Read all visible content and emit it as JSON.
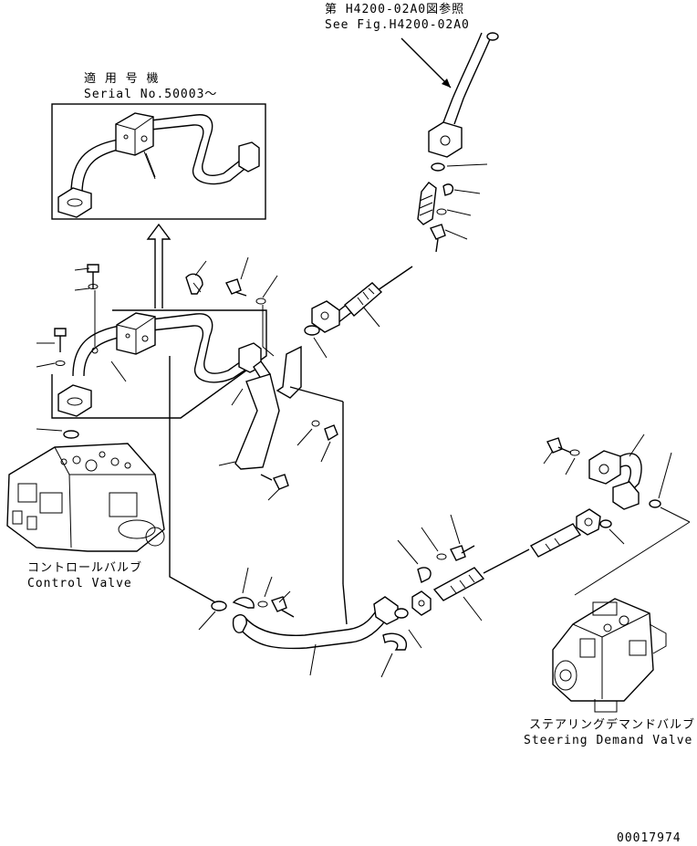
{
  "labels": {
    "ref_jp": "第 H4200-02A0図参照",
    "ref_en": "See Fig.H4200-02A0",
    "serial_jp": "適 用 号 機",
    "serial_en": "Serial No.50003～",
    "control_valve_jp": "コントロールバルブ",
    "control_valve_en": "Control Valve",
    "steering_jp": "ステアリングデマンドバルブ",
    "steering_en": "Steering Demand Valve",
    "drawing_no": "00017974"
  },
  "colors": {
    "ink": "#000000",
    "paper": "#ffffff"
  }
}
